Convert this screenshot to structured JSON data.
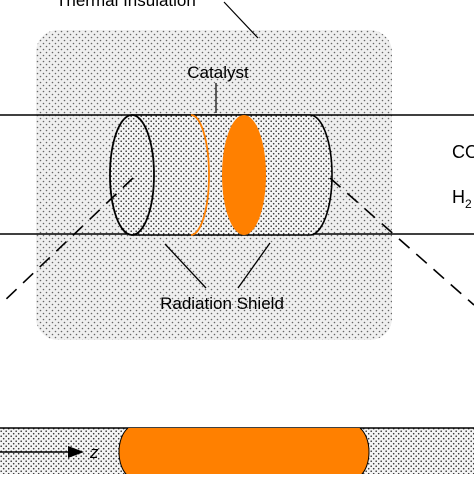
{
  "labels": {
    "thermal_insulation": "Thermal Insulation",
    "catalyst": "Catalyst",
    "radiation_shield": "Radiation Shield",
    "gas_co": "CO",
    "gas_h2": "H",
    "gas_h2_subscript": "2",
    "axis_z": "z"
  },
  "colors": {
    "catalyst": "#ff8000",
    "stroke": "#000000",
    "stipple": "#555555",
    "insulation_fill": "#ededed"
  }
}
